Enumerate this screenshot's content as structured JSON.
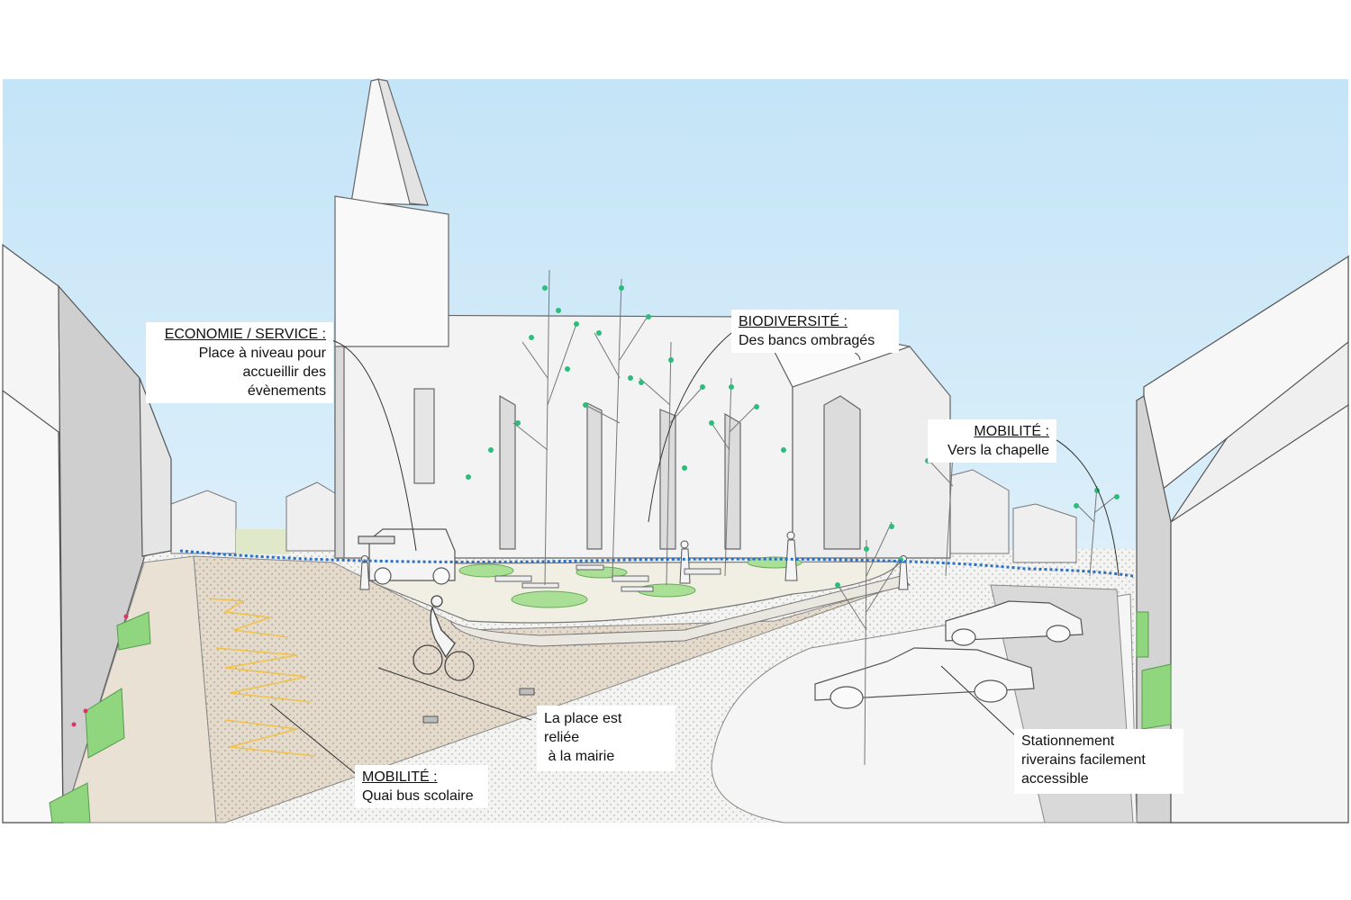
{
  "annotations": {
    "economie": {
      "title": "ECONOMIE / SERVICE :",
      "lines": [
        "Place à niveau pour",
        "accueillir des",
        "évènements"
      ]
    },
    "biodiversite": {
      "title": "BIODIVERSITÉ :",
      "lines": [
        "Des bancs ombragés"
      ]
    },
    "mobilite_chapelle": {
      "title": "MOBILITÉ :",
      "lines": [
        "Vers la chapelle"
      ]
    },
    "mairie": {
      "lines": [
        "La place est",
        "reliée",
        " à la mairie"
      ]
    },
    "mobilite_bus": {
      "title": "MOBILITÉ :",
      "lines": [
        "Quai bus scolaire"
      ]
    },
    "stationnement": {
      "lines": [
        "Stationnement",
        "riverains facilement",
        "accessible"
      ]
    }
  },
  "colors": {
    "sky_top": "#c4e4f7",
    "sky_bottom": "#eaf5fc",
    "building": "#f4f4f4",
    "building_shadow": "#d6d6d6",
    "ground_left": "#e6ddcd",
    "plaza": "#f1efe4",
    "grass": "#8fd67e",
    "path_blue": "#2a6fc4"
  }
}
